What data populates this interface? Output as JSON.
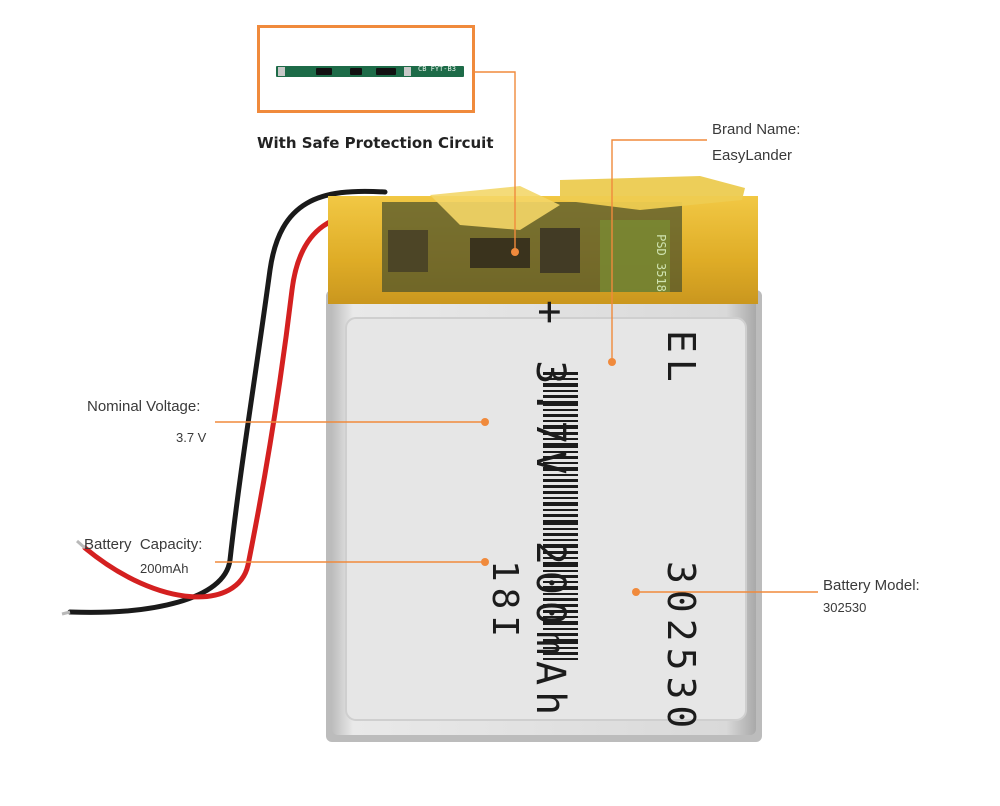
{
  "inset": {
    "caption": "With Safe Protection Circuit",
    "pcb_marking": "CB FYT-B3"
  },
  "battery": {
    "plus_sign": "+",
    "voltage_print": "3.7V",
    "capacity_print": "200mAh",
    "brand_print": "EL",
    "model_print": "302530",
    "date_code": "18I",
    "pcb_print": "PSD 3518"
  },
  "callouts": {
    "brand": {
      "title": "Brand Name:",
      "value": "EasyLander"
    },
    "voltage": {
      "title": "Nominal Voltage:",
      "value": "3.7 V"
    },
    "capacity": {
      "title": "Battery  Capacity:",
      "value": "200mAh"
    },
    "model": {
      "title": "Battery Model:",
      "value": "302530"
    }
  },
  "colors": {
    "callout_line": "#f08a3c",
    "wire_red": "#d42020",
    "wire_black": "#1a1a1a",
    "kapton_tape": "#e7b52a",
    "cell_body": "#dfdfdf"
  }
}
